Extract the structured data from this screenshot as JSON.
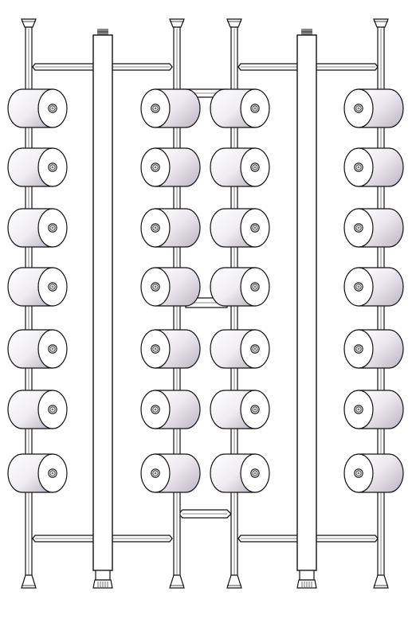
{
  "drawing": {
    "view": "front",
    "roller_rows": 7,
    "roller_columns": 4,
    "roller_count": 28,
    "post_count": 6,
    "upright_count": 2,
    "colors": {
      "line": "#111111",
      "background": "#ffffff",
      "roller_shade_left": "#f2f0f3",
      "roller_shade_right": "#c8c1cc",
      "end_cap": "#ffffff"
    }
  }
}
